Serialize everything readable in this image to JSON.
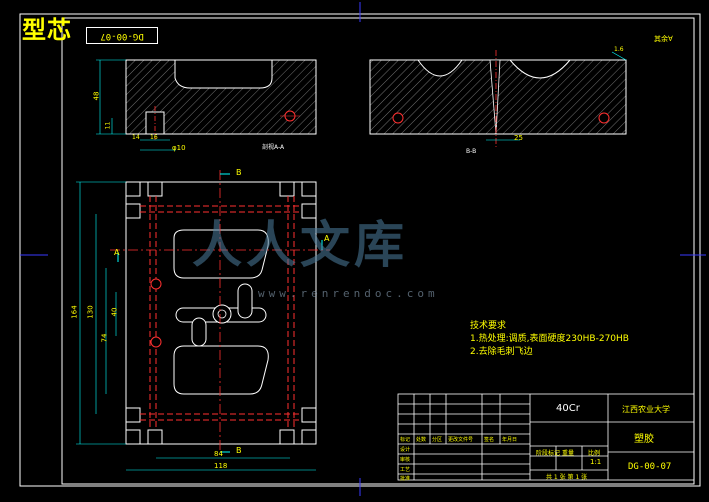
{
  "drawing": {
    "title": "型芯",
    "code_tag": "DG-00-07",
    "roughness_note": "其余∀",
    "section_label_1": "剖视A-A",
    "section_label_2": "B-B",
    "section_marks": [
      "A",
      "A",
      "B",
      "B"
    ],
    "dimensions": {
      "top_height": "48",
      "small_a": "11",
      "small_b": "14",
      "small_c": "16",
      "diameter": "φ10",
      "right_width": "25",
      "right_corner": "1.6",
      "overall_height": "164",
      "h130": "130",
      "h40": "40",
      "h74": "74",
      "w84": "84",
      "w118": "118"
    }
  },
  "tech_notes": {
    "heading": "技术要求",
    "line1": "1.热处理:调质,表面硬度230HB-270HB",
    "line2": "2.去除毛刺飞边"
  },
  "title_block": {
    "material": "40Cr",
    "school": "江西农业大学",
    "part_name": "塑胶",
    "drawing_no": "DG-00-07",
    "scale": "1:1",
    "sheet": "共 1 张 第 1 张",
    "stage_label": "阶段标记",
    "weight_label": "重量",
    "scale_label": "比例",
    "row_labels": [
      "标记",
      "处数",
      "分区",
      "更改文件号",
      "签名",
      "年月日"
    ],
    "person_labels": [
      "设计",
      "审核",
      "工艺",
      "批准"
    ]
  },
  "watermark": {
    "brand": "人人文库",
    "url": "www.renrendoc.com"
  }
}
